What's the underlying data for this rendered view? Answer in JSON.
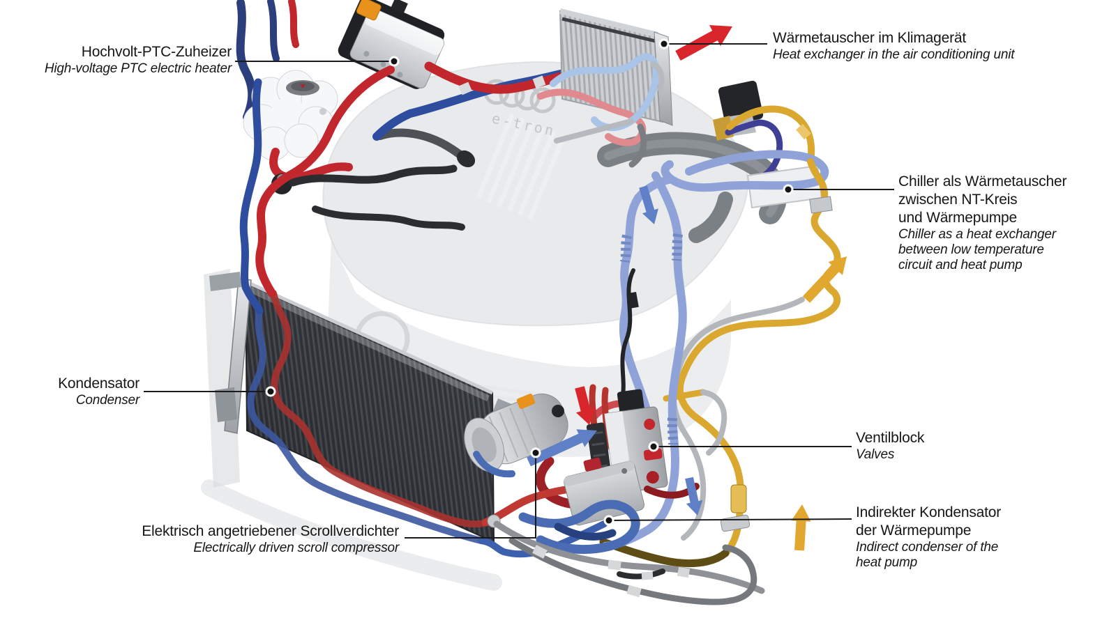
{
  "figure": {
    "engine_badge": "e-tron",
    "callouts": {
      "ptc_heater": {
        "de": "Hochvolt-PTC-Zuheizer",
        "en": "High-voltage PTC electric heater"
      },
      "cabin_heat_exchanger": {
        "de": "Wärmetauscher im Klimagerät",
        "en": "Heat exchanger in the air conditioning unit"
      },
      "chiller": {
        "de": "Chiller als Wärmetauscher\nzwischen NT-Kreis\nund Wärmepumpe",
        "en": "Chiller as a heat exchanger\nbetween low temperature\ncircuit and heat pump"
      },
      "condenser": {
        "de": "Kondensator",
        "en": "Condenser"
      },
      "scroll_compressor": {
        "de": "Elektrisch angetriebener Scrollverdichter",
        "en": "Electrically driven scroll compressor"
      },
      "valve_block": {
        "de": "Ventilblock",
        "en": "Valves"
      },
      "indirect_condenser": {
        "de": "Indirekter Kondensator\nder Wärmepumpe",
        "en": "Indirect condenser of the\nheat pump"
      }
    },
    "colors": {
      "hot_coolant_red": "#c1272d",
      "cold_coolant_blue": "#2e4d9e",
      "refrigerant_light_blue": "#8fa3d8",
      "refrigerant_gold": "#daa72f",
      "label_text": "#161616",
      "background": "#ffffff"
    }
  }
}
